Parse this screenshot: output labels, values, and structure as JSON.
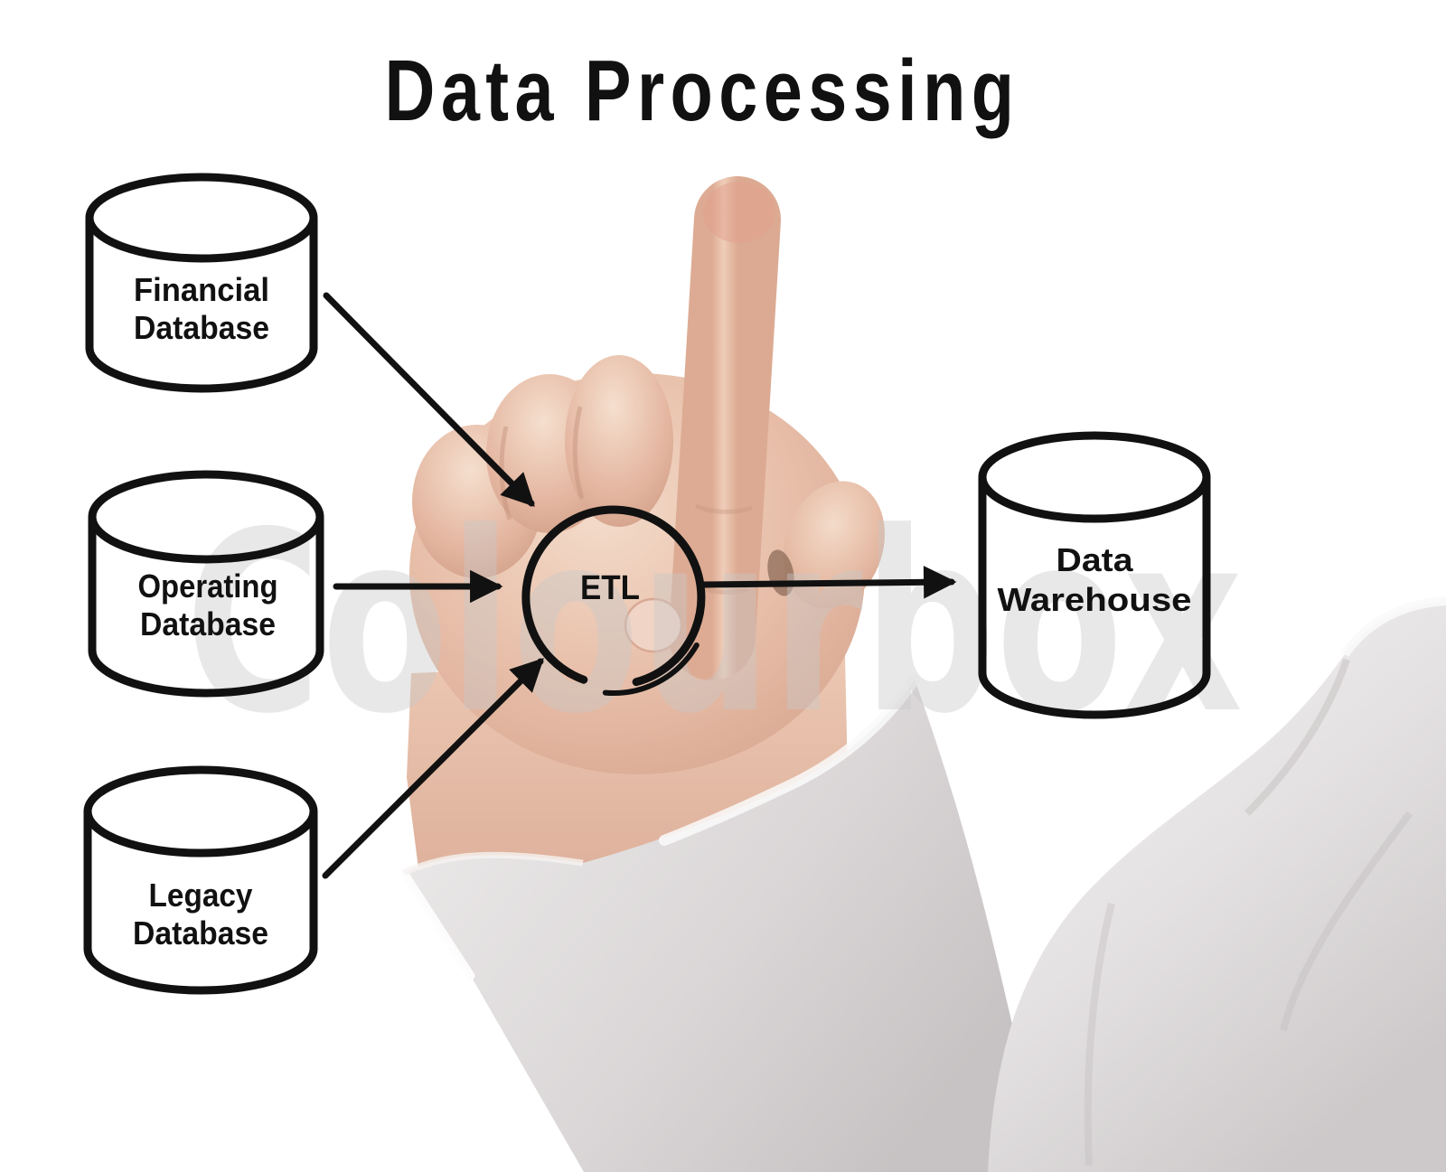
{
  "title": "Data Processing",
  "watermark": "Colourbox",
  "colors": {
    "ink": "#111111",
    "watermark_gray": "#c9c9c9",
    "skin": "#e3b7a2",
    "sleeve_gray": "#dedbdc",
    "background": "#ffffff"
  },
  "nodes": {
    "financial": {
      "line1": "Financial",
      "line2": "Database"
    },
    "operating": {
      "line1": "Operating",
      "line2": "Database"
    },
    "legacy": {
      "line1": "Legacy",
      "line2": "Database"
    },
    "etl": {
      "label": "ETL"
    },
    "warehouse": {
      "line1": "Data",
      "line2": "Warehouse"
    }
  }
}
